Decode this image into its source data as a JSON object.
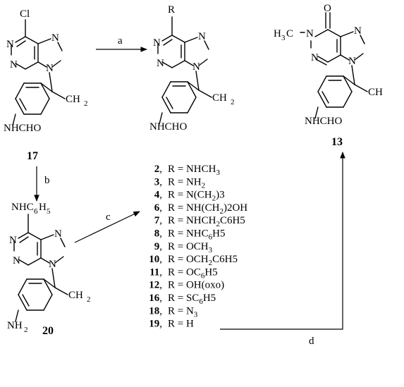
{
  "atoms": {
    "cl": "Cl",
    "r": "R",
    "n": "N",
    "o": "O",
    "h3c": "H",
    "h3c_sub": "3",
    "h3c_c": "C",
    "ch2": "CH",
    "ch2_sub": "2",
    "ch": "CH",
    "nhcho": "NHCHO",
    "nh2": "NH",
    "nh2_sub": "2",
    "nhc6h5_main": "NHC",
    "nhc6h5_sub1": "6",
    "nhc6h5_h": "H",
    "nhc6h5_sub2": "5"
  },
  "compounds": {
    "c17": "17",
    "c13": "13",
    "c20": "20"
  },
  "reagents": {
    "a": "a",
    "b": "b",
    "c": "c",
    "d": "d"
  },
  "r_list": [
    {
      "num": "2",
      "text": "R = NHCH",
      "sub": "3",
      "tail": ""
    },
    {
      "num": "3",
      "text": "R = NH",
      "sub": "2",
      "tail": ""
    },
    {
      "num": "4",
      "text": "R = N(CH",
      "sub": "2",
      "tail": ")3"
    },
    {
      "num": "6",
      "text": "R = NH(CH",
      "sub": "2",
      "tail": ")2OH"
    },
    {
      "num": "7",
      "text": "R = NHCH",
      "sub": "2",
      "tail": "C6H5"
    },
    {
      "num": "8",
      "text": "R = NHC",
      "sub": "6",
      "tail": "H5"
    },
    {
      "num": "9",
      "text": "R = OCH",
      "sub": "3",
      "tail": ""
    },
    {
      "num": "10",
      "text": "R = OCH",
      "sub": "2",
      "tail": "C6H5"
    },
    {
      "num": "11",
      "text": "R = OC",
      "sub": "6",
      "tail": "H5"
    },
    {
      "num": "12",
      "text": "R = OH(oxo)",
      "sub": "",
      "tail": ""
    },
    {
      "num": "16",
      "text": "R = SC",
      "sub": "6",
      "tail": "H5"
    },
    {
      "num": "18",
      "text": "R = N",
      "sub": "3",
      "tail": ""
    },
    {
      "num": "19",
      "text": "R = H",
      "sub": "",
      "tail": ""
    }
  ]
}
